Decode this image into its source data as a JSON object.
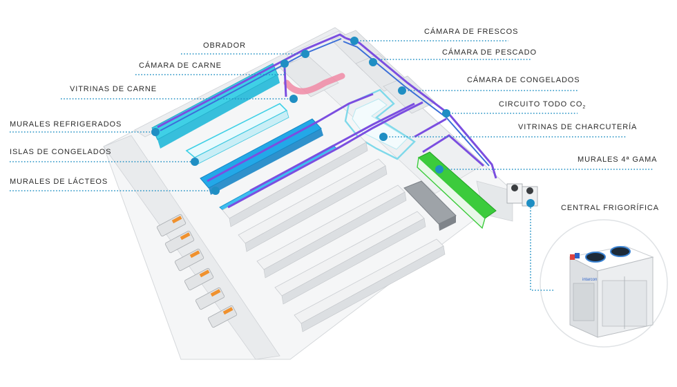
{
  "labels": {
    "obrador": "OBRADOR",
    "camara_carne": "CÁMARA DE CARNE",
    "vitrinas_carne": "VITRINAS DE CARNE",
    "murales_refrigerados": "MURALES REFRIGERADOS",
    "islas_congelados": "ISLAS DE CONGELADOS",
    "murales_lacteos": "MURALES DE LÁCTEOS",
    "camara_frescos": "CÁMARA DE FRESCOS",
    "camara_pescado": "CÁMARA DE PESCADO",
    "camara_congelados": "CÁMARA DE CONGELADOS",
    "circuito_co2": "CIRCUITO TODO CO",
    "circuito_co2_sub": "2",
    "vitrinas_charcuteria": "VITRINAS DE CHARCUTERÍA",
    "murales_4a_gama": "MURALES 4ª GAMA",
    "central_frigorifica": "CENTRAL FRIGORÍFICA"
  },
  "unit_brand": "intarcon",
  "icons": [
    "condenser-fan-icon",
    "condenser-fan-icon"
  ],
  "colors": {
    "leader": "#1e8fc4",
    "dot": "#1f8ec3",
    "pipe_purple": "#7b4ee0",
    "pipe_blue": "#3b6fd8",
    "refrigerated_cyan": "#3fd0e6",
    "refrigerated_blue": "#23a8e8",
    "cold_green": "#3ccb3c",
    "meat_pink": "#f08aa6"
  }
}
